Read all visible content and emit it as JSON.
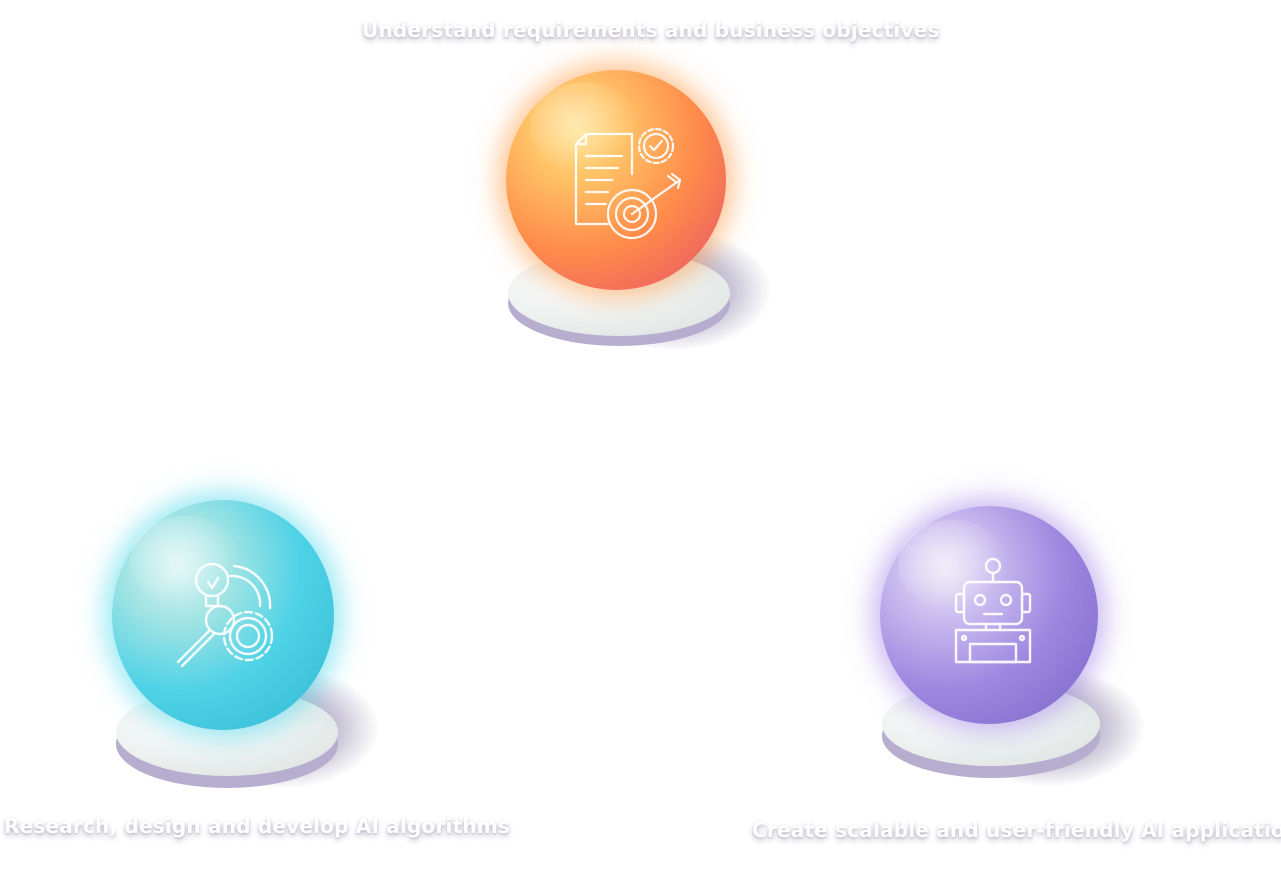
{
  "captions": {
    "top": "Understand requirements and business objectives",
    "left": "Research, design and develop AI algorithms",
    "right": "Create scalable and user-friendly AI applications"
  },
  "nodes": [
    {
      "id": "requirements",
      "icon": "document-target-gear-icon",
      "color": "#ff8c4a"
    },
    {
      "id": "research",
      "icon": "lightbulb-magnifier-gear-icon",
      "color": "#4ed2e6"
    },
    {
      "id": "applications",
      "icon": "robot-icon",
      "color": "#9d87e0"
    }
  ]
}
